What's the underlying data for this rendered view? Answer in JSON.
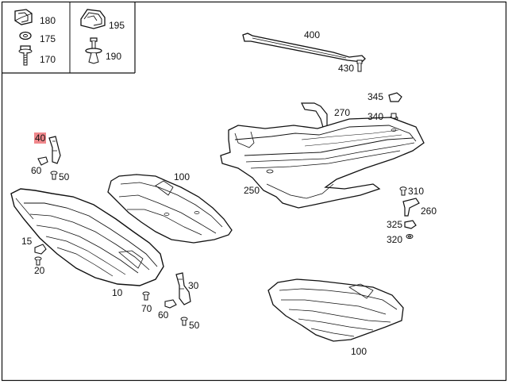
{
  "diagram": {
    "highlight_color": "#f0888c",
    "line_color": "#111111",
    "fill_color": "#ffffff",
    "legend_parts": [
      {
        "id": "180",
        "icon": "clip-nut-icon"
      },
      {
        "id": "175",
        "icon": "washer-icon"
      },
      {
        "id": "170",
        "icon": "bolt-icon"
      },
      {
        "id": "195",
        "icon": "clip-nut-icon"
      },
      {
        "id": "190",
        "icon": "expanding-rivet-icon"
      }
    ],
    "callouts": [
      {
        "id": "400",
        "part": "strut-brace"
      },
      {
        "id": "430",
        "part": "bolt"
      },
      {
        "id": "345",
        "part": "clip"
      },
      {
        "id": "340",
        "part": "screw"
      },
      {
        "id": "270",
        "part": "bracket"
      },
      {
        "id": "250",
        "part": "underbody-panel"
      },
      {
        "id": "310",
        "part": "screw"
      },
      {
        "id": "260",
        "part": "bracket"
      },
      {
        "id": "325",
        "part": "clip"
      },
      {
        "id": "320",
        "part": "washer"
      },
      {
        "id": "40",
        "part": "bracket",
        "highlighted": true
      },
      {
        "id": "60",
        "part": "clip"
      },
      {
        "id": "50",
        "part": "screw"
      },
      {
        "id": "100",
        "part": "underbody-panel"
      },
      {
        "id": "15",
        "part": "clip"
      },
      {
        "id": "20",
        "part": "screw"
      },
      {
        "id": "10",
        "part": "engine-undershield"
      },
      {
        "id": "30",
        "part": "bracket"
      },
      {
        "id": "70",
        "part": "clip"
      },
      {
        "id": "60",
        "part": "clip"
      },
      {
        "id": "50",
        "part": "screw"
      },
      {
        "id": "100",
        "part": "underbody-panel"
      }
    ]
  }
}
